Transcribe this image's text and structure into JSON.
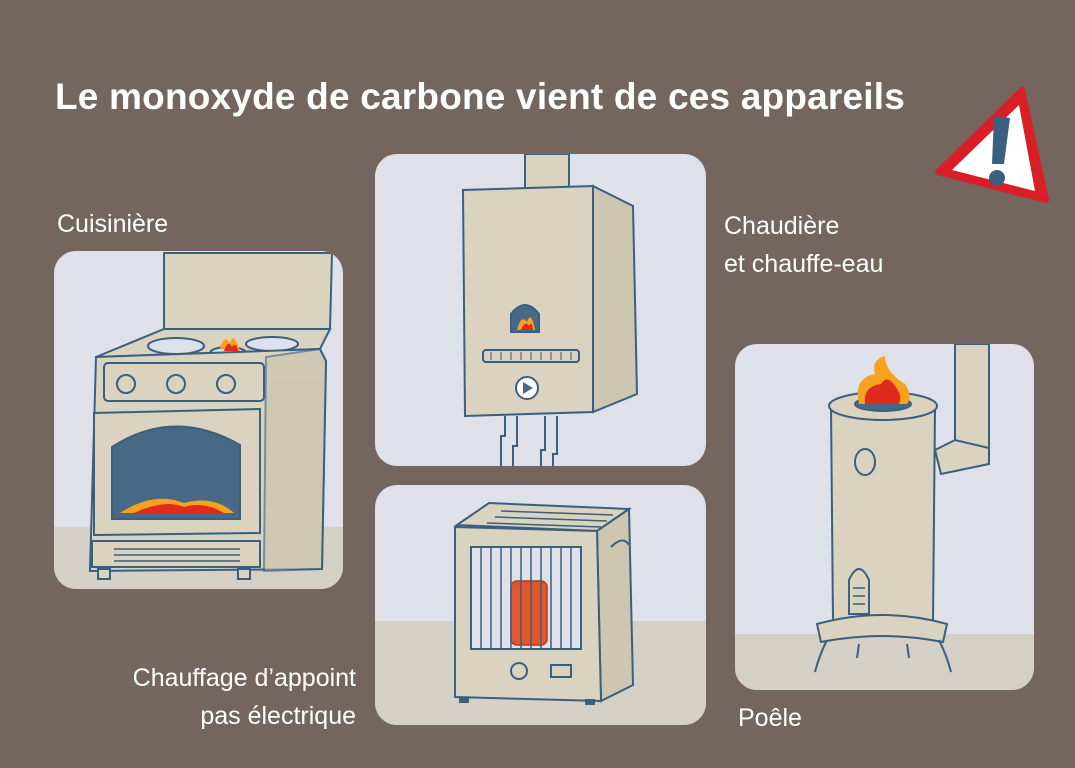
{
  "title": "Le monoxyde de carbone vient de ces appareils",
  "labels": {
    "cuisiniere": "Cuisinière",
    "chaudiere_line1": "Chaudière",
    "chaudiere_line2": "et chauffe-eau",
    "chauffage_line1": "Chauffage d’appoint",
    "chauffage_line2": "pas électrique",
    "poele": "Poêle"
  },
  "icons": [
    "warning-triangle-icon"
  ],
  "colors": {
    "background": "#74655f",
    "panel": "#dfe1ea",
    "appliance": "#d9d3c0",
    "outline": "#3b5f7e",
    "flame_red": "#e02a1d",
    "flame_orange": "#f6a21d",
    "warning_red": "#d91f26"
  }
}
